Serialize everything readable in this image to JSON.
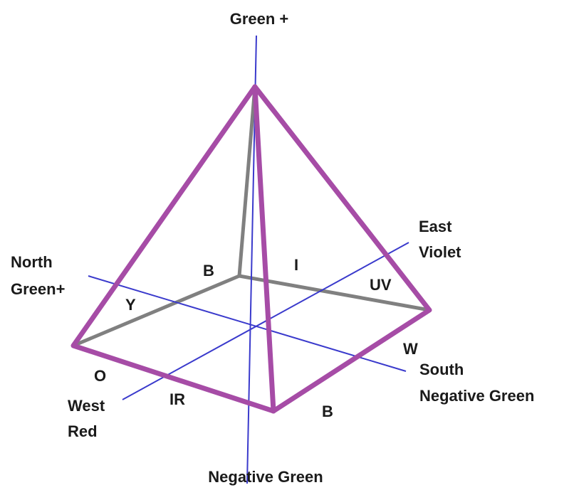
{
  "colors": {
    "axis": "#3a3acc",
    "front_edge": "#a64ca6",
    "hidden_edge": "#808080",
    "label": "#1a1a1a",
    "background": "#ffffff"
  },
  "labels": {
    "top_axis": "Green +",
    "bottom_axis": "Negative Green",
    "north": "North",
    "north_sub": "Green+",
    "east": "East",
    "east_sub": "Violet",
    "south": "South",
    "south_sub": "Negative Green",
    "west": "West",
    "west_sub": "Red",
    "b_back": "B",
    "i": "I",
    "uv": "UV",
    "y": "Y",
    "w": "W",
    "o": "O",
    "ir": "IR",
    "b_front": "B"
  }
}
